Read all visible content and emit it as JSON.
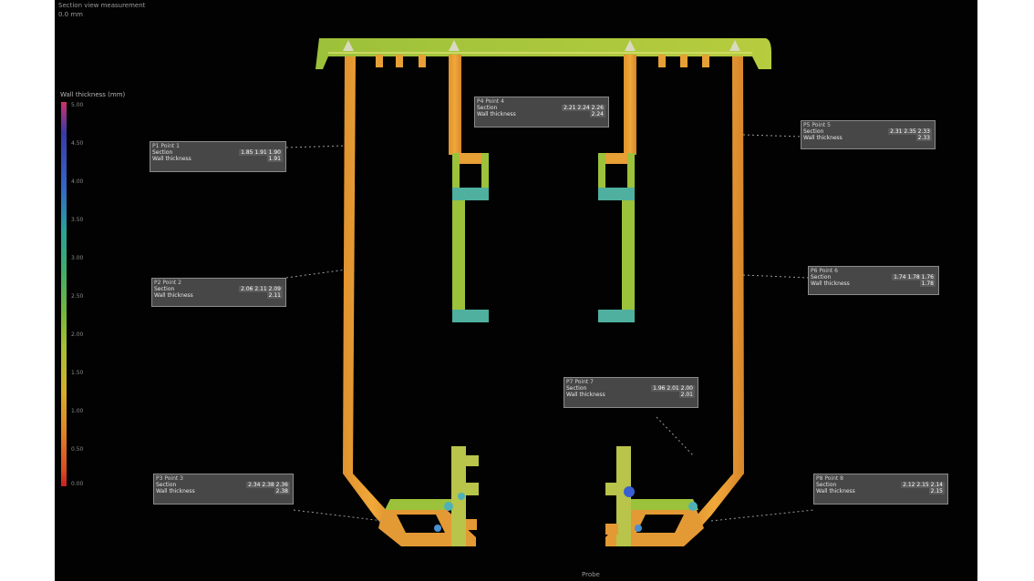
{
  "header": {
    "line1": "Section view measurement",
    "line2": "0.0 mm"
  },
  "color_scale": {
    "title": "Wall thickness (mm)",
    "ticks": [
      "5.00",
      "4.50",
      "4.00",
      "3.50",
      "3.00",
      "2.50",
      "2.00",
      "1.50",
      "1.00",
      "0.50",
      "0.00"
    ],
    "colors": {
      "max": "#d0306a",
      "high": "#3565c8",
      "mid": "#7ab83a",
      "low": "#e08328",
      "min": "#c82020"
    }
  },
  "probes": [
    {
      "title": "P1 Point 1",
      "row1_label": "Section",
      "row1_value": "1.85 1.91 1.90",
      "row2_label": "Wall thickness",
      "row2_value": "1.91"
    },
    {
      "title": "P2 Point 2",
      "row1_label": "Section",
      "row1_value": "2.06 2.11 2.09",
      "row2_label": "Wall thickness",
      "row2_value": "2.11"
    },
    {
      "title": "P3 Point 3",
      "row1_label": "Section",
      "row1_value": "2.34 2.38 2.36",
      "row2_label": "Wall thickness",
      "row2_value": "2.38"
    },
    {
      "title": "P4 Point 4",
      "row1_label": "Section",
      "row1_value": "2.21 2.24 2.26",
      "row2_label": "Wall thickness",
      "row2_value": "2.24"
    },
    {
      "title": "P5 Point 5",
      "row1_label": "Section",
      "row1_value": "2.31 2.35 2.33",
      "row2_label": "Wall thickness",
      "row2_value": "2.33"
    },
    {
      "title": "P6 Point 6",
      "row1_label": "Section",
      "row1_value": "1.74 1.78 1.76",
      "row2_label": "Wall thickness",
      "row2_value": "1.78"
    },
    {
      "title": "P7 Point 7",
      "row1_label": "Section",
      "row1_value": "1.96 2.01 2.00",
      "row2_label": "Wall thickness",
      "row2_value": "2.01"
    },
    {
      "title": "P8 Point 8",
      "row1_label": "Section",
      "row1_value": "2.12 2.15 2.14",
      "row2_label": "Wall thickness",
      "row2_value": "2.15"
    }
  ],
  "footer": {
    "label": "Probe"
  }
}
